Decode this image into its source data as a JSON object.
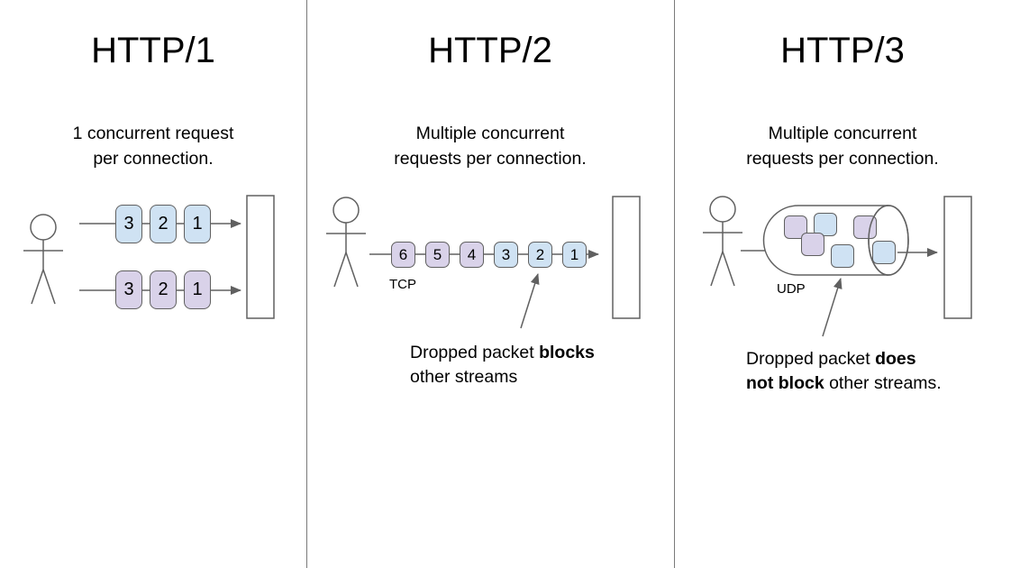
{
  "colors": {
    "packet_blue": "#cfe2f3",
    "packet_purple": "#d9d2e9",
    "stroke": "#606060",
    "divider": "#7a7a7a",
    "text": "#000000",
    "background": "#ffffff"
  },
  "columns": [
    {
      "title": "HTTP/1",
      "subtitle": "1 concurrent request\nper connection.",
      "rows": [
        {
          "packets": [
            {
              "label": "3",
              "color": "blue"
            },
            {
              "label": "2",
              "color": "blue"
            },
            {
              "label": "1",
              "color": "blue"
            }
          ]
        },
        {
          "packets": [
            {
              "label": "3",
              "color": "purple"
            },
            {
              "label": "2",
              "color": "purple"
            },
            {
              "label": "1",
              "color": "purple"
            }
          ]
        }
      ]
    },
    {
      "title": "HTTP/2",
      "subtitle": "Multiple concurrent\nrequests per connection.",
      "transport": "TCP",
      "packets": [
        {
          "label": "6",
          "color": "purple"
        },
        {
          "label": "5",
          "color": "purple"
        },
        {
          "label": "4",
          "color": "purple"
        },
        {
          "label": "3",
          "color": "blue"
        },
        {
          "label": "2",
          "color": "blue"
        },
        {
          "label": "1",
          "color": "blue"
        }
      ],
      "caption": [
        [
          {
            "text": "Dropped packet ",
            "bold": false
          },
          {
            "text": "blocks",
            "bold": true
          }
        ],
        [
          {
            "text": "other streams",
            "bold": false
          }
        ]
      ]
    },
    {
      "title": "HTTP/3",
      "subtitle": "Multiple concurrent\nrequests per connection.",
      "transport": "UDP",
      "packets": [
        {
          "color": "purple"
        },
        {
          "color": "blue"
        },
        {
          "color": "purple"
        },
        {
          "color": "blue"
        },
        {
          "color": "purple"
        },
        {
          "color": "blue"
        }
      ],
      "caption": [
        [
          {
            "text": "Dropped packet ",
            "bold": false
          },
          {
            "text": "does",
            "bold": true
          }
        ],
        [
          {
            "text": "not block",
            "bold": true
          },
          {
            "text": " other streams.",
            "bold": false
          }
        ]
      ]
    }
  ]
}
